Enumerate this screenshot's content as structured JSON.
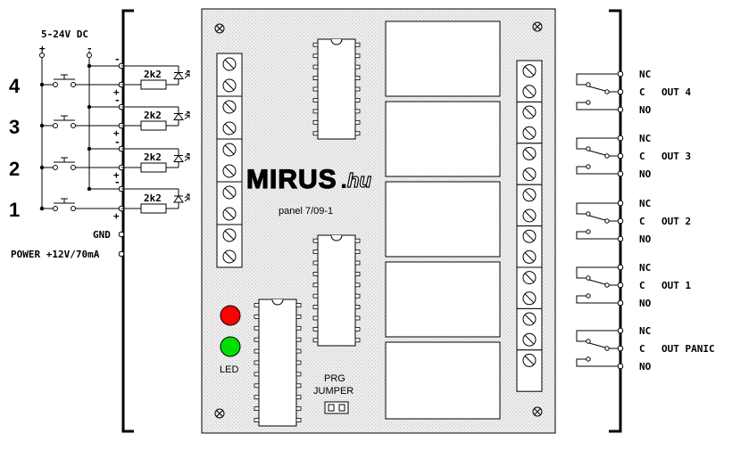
{
  "supply_label": "5-24V DC",
  "plus_sign": "+",
  "minus_sign": "-",
  "inputs": [
    {
      "number": "4",
      "resistor": "2k2"
    },
    {
      "number": "3",
      "resistor": "2k2"
    },
    {
      "number": "2",
      "resistor": "2k2"
    },
    {
      "number": "1",
      "resistor": "2k2"
    }
  ],
  "gnd_label": "GND",
  "power_label": "POWER +12V/70mA",
  "logo": {
    "main": "MIRUS",
    "dot": ".",
    "suffix": "hu"
  },
  "panel_label": "panel 7/09-1",
  "led_label": "LED",
  "prg_label_1": "PRG",
  "prg_label_2": "JUMPER",
  "relay_pins": {
    "nc": "NC",
    "c": "C",
    "no": "NO"
  },
  "outputs": [
    "OUT 4",
    "OUT 3",
    "OUT 2",
    "OUT 1",
    "OUT PANIC"
  ],
  "colors": {
    "board": "#e8e8e8",
    "led_red": "#ff0000",
    "led_green": "#00dd00",
    "line": "#000000"
  }
}
